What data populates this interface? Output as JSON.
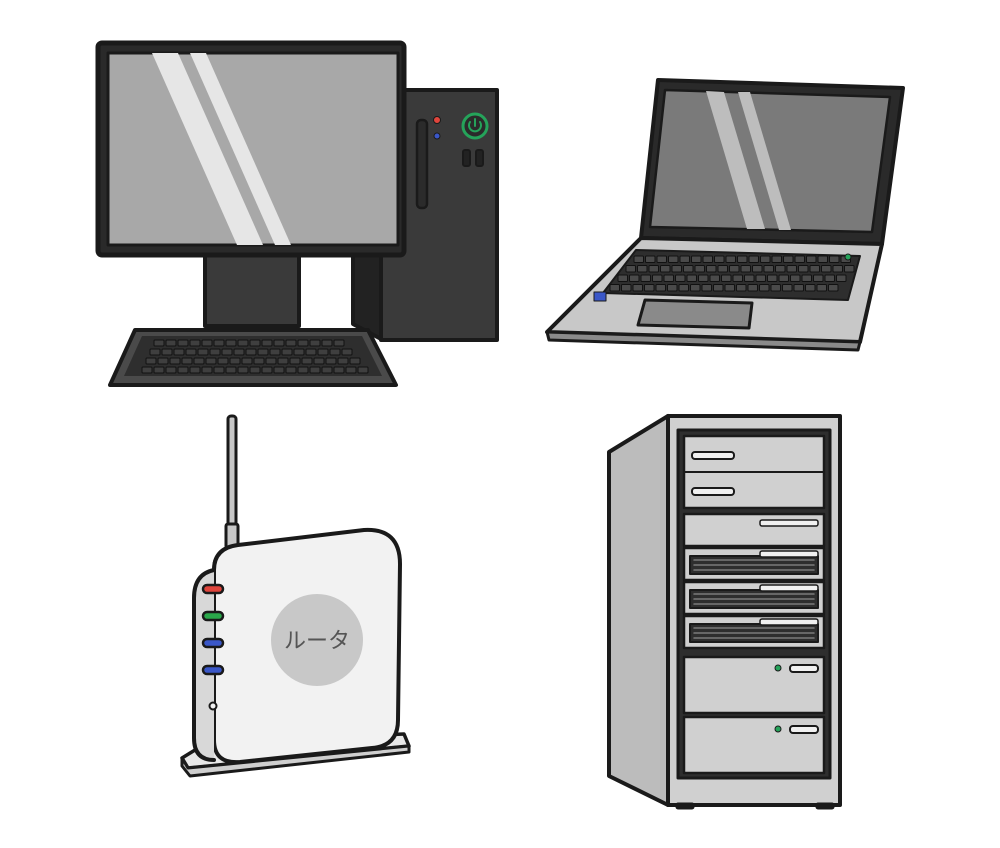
{
  "illustration": {
    "items": [
      {
        "id": "desktop-pc"
      },
      {
        "id": "laptop"
      },
      {
        "id": "wifi-router"
      },
      {
        "id": "server-tower"
      }
    ],
    "router_logo_text": "ルータ",
    "colors": {
      "outline": "#1a1a1a",
      "screen": "#a8a8a8",
      "screen_laptop": "#7a7a7a",
      "screen_glare": "#e6e6e6",
      "case_dark": "#3a3a3a",
      "keyboard": "#4a4a4a",
      "laptop_body": "#c8c8c8",
      "router_body": "#f2f2f2",
      "router_logo": "#c8c8c8",
      "server_body": "#d0d0d0",
      "led_red": "#e0453c",
      "led_green": "#2aa84a",
      "led_blue": "#3a57c8",
      "power_green": "#25a35a"
    }
  }
}
